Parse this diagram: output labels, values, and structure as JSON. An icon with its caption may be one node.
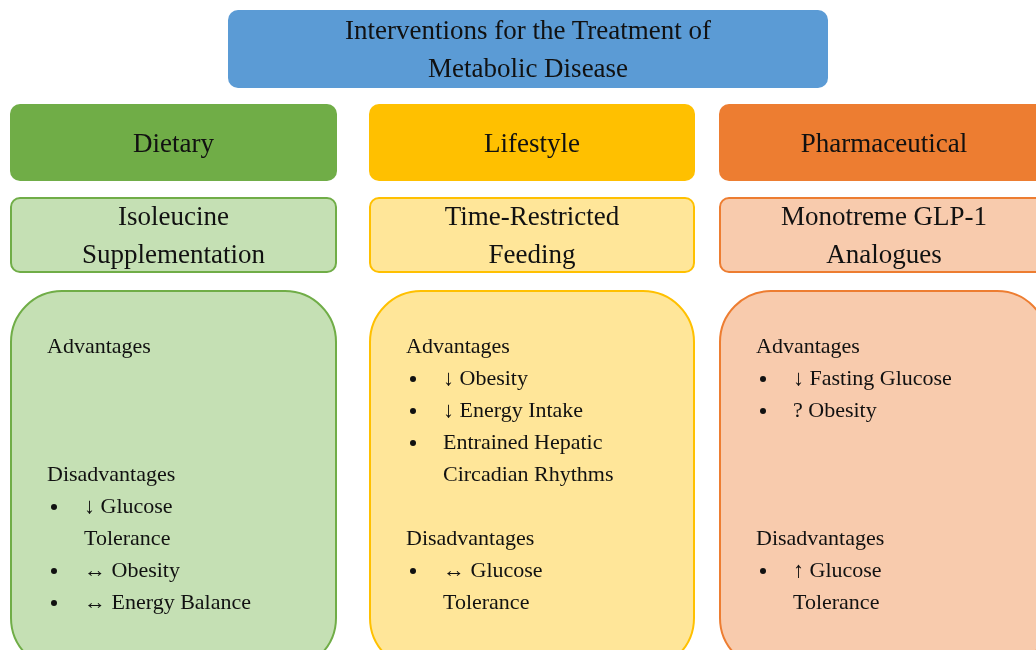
{
  "diagram": {
    "nodes": [
      {
        "text": [
          "Interventions for the Treatment of Metabolic Disease"
        ]
      },
      {
        "text": [
          "Dietary"
        ]
      },
      {
        "text": [
          "Isoleucine Supplementation"
        ]
      },
      {
        "text": [
          "Advantages",
          "Disadvantages",
          "↓ Glucose Tolerance",
          "↔ Obesity",
          "↔ Energy Balance"
        ]
      },
      {
        "text": [
          "Lifestyle"
        ]
      },
      {
        "text": [
          "Time-Restricted Feeding"
        ]
      },
      {
        "text": [
          "Advantages",
          "↓ Obesity",
          "↓ Energy Intake",
          "Entrained Hepatic Circadian Rhythms",
          "Disadvantages",
          "↔ Glucose Tolerance"
        ]
      },
      {
        "text": [
          "Pharmaceutical"
        ]
      },
      {
        "text": [
          "Monotreme GLP-1 Analogues"
        ]
      },
      {
        "text": [
          "Advantages",
          "↓ Fasting Glucose",
          "? Obesity",
          "Disadvantages",
          "↑ Glucose Tolerance"
        ]
      }
    ],
    "edges": []
  }
}
